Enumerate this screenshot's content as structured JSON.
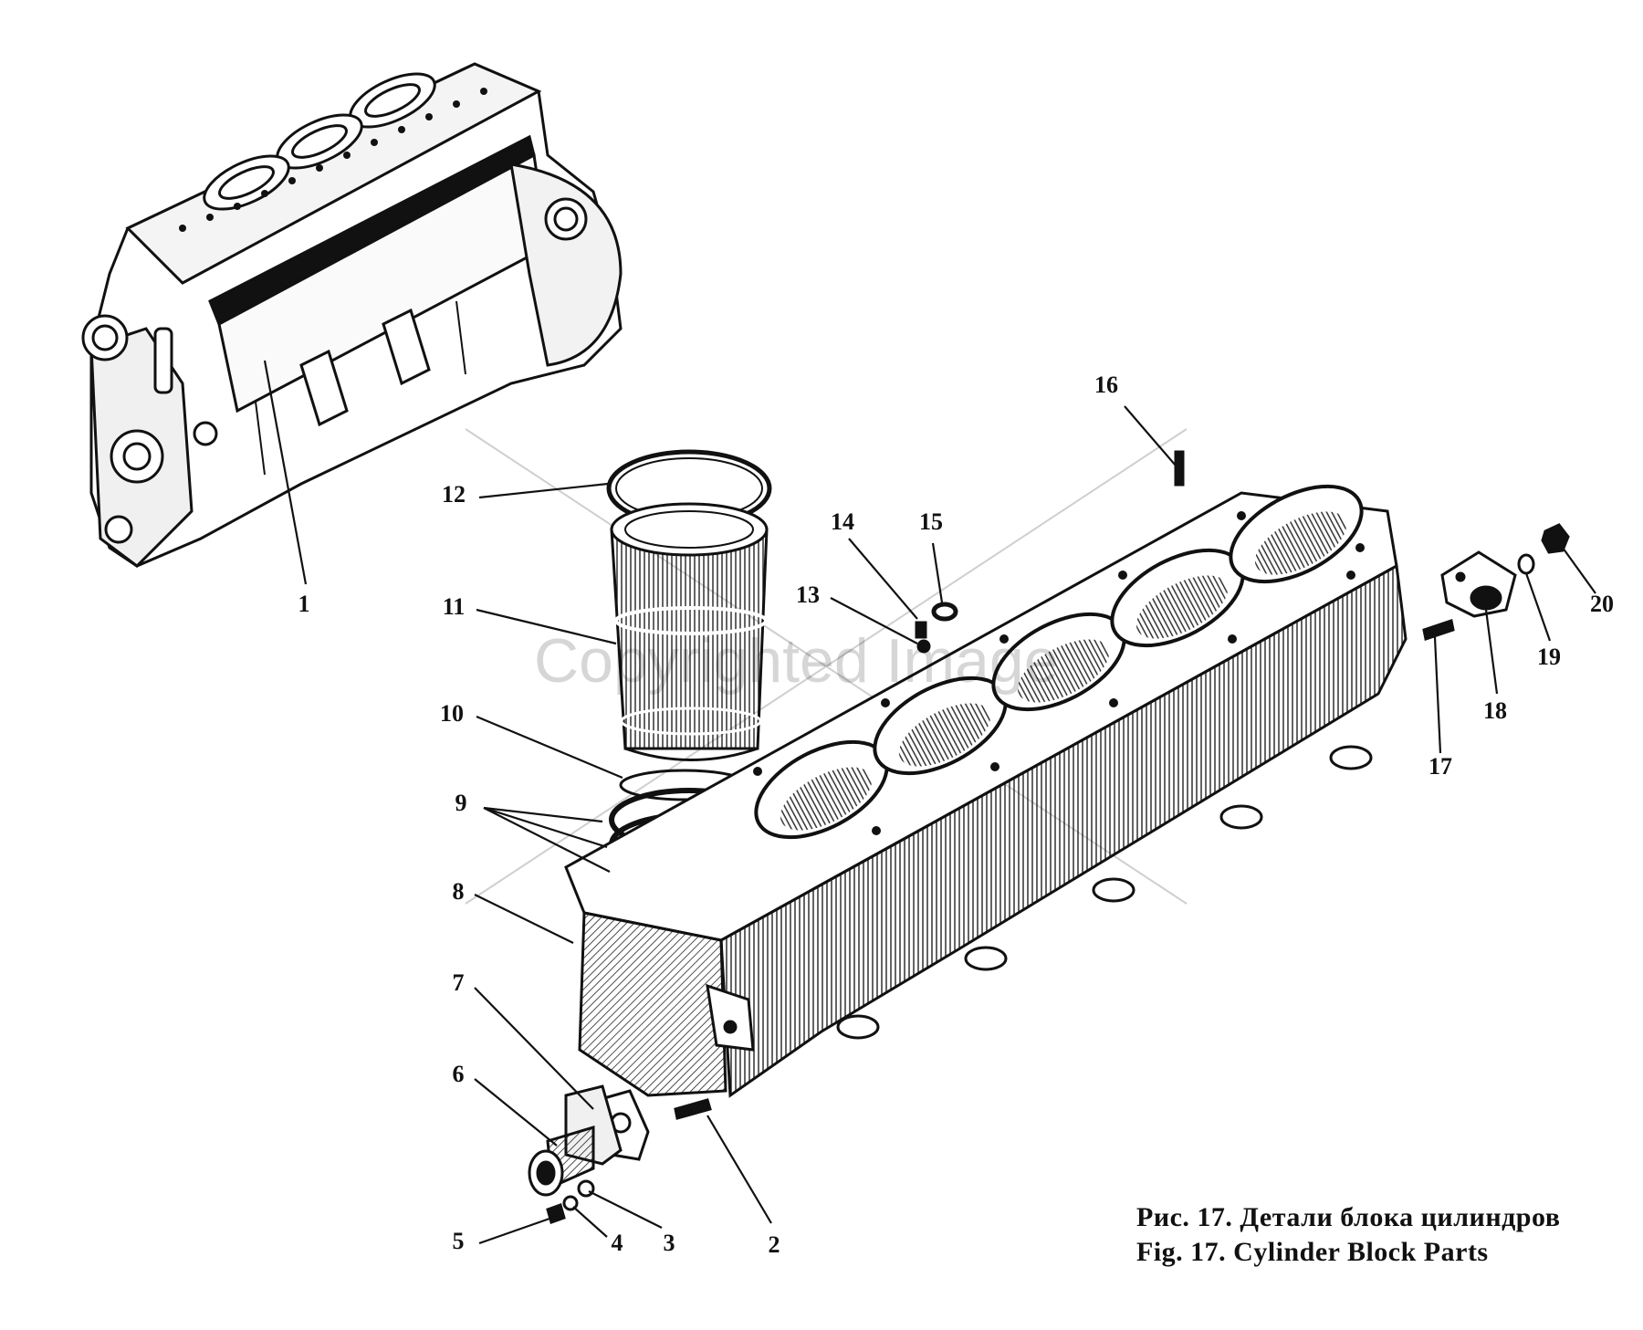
{
  "figure": {
    "caption_ru": "Рис. 17. Детали блока цилиндров",
    "caption_en": "Fig. 17. Cylinder Block Parts",
    "watermark": "Copyrighted Image"
  },
  "callouts": [
    {
      "num": "1",
      "part": "engine-assembly"
    },
    {
      "num": "2",
      "part": "stud"
    },
    {
      "num": "3",
      "part": "washer"
    },
    {
      "num": "4",
      "part": "spring-washer"
    },
    {
      "num": "5",
      "part": "nut"
    },
    {
      "num": "6",
      "part": "water-pipe"
    },
    {
      "num": "7",
      "part": "gasket"
    },
    {
      "num": "8",
      "part": "cylinder-block"
    },
    {
      "num": "9",
      "part": "o-rings"
    },
    {
      "num": "10",
      "part": "seal-ring"
    },
    {
      "num": "11",
      "part": "cylinder-liner"
    },
    {
      "num": "12",
      "part": "liner-gasket"
    },
    {
      "num": "13",
      "part": "plug"
    },
    {
      "num": "14",
      "part": "dowel-pin"
    },
    {
      "num": "15",
      "part": "sealing-ring"
    },
    {
      "num": "16",
      "part": "stud"
    },
    {
      "num": "17",
      "part": "stud"
    },
    {
      "num": "18",
      "part": "cover"
    },
    {
      "num": "19",
      "part": "washer"
    },
    {
      "num": "20",
      "part": "nut"
    }
  ]
}
